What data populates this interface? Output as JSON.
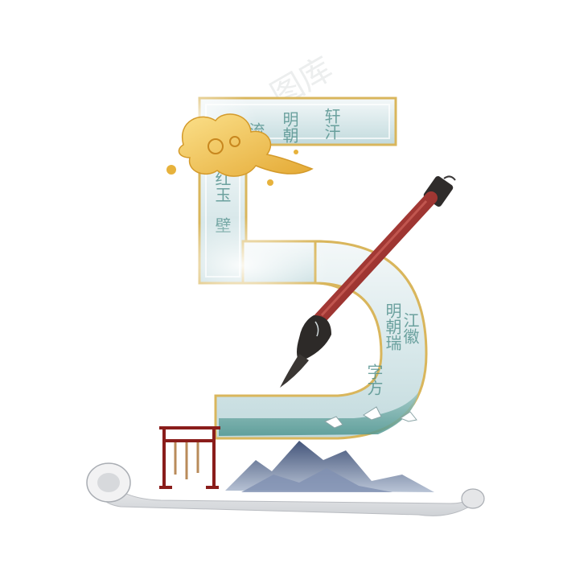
{
  "figure": {
    "subject": "Stylized numeral five in Chinese ink-painting style",
    "numeral": "5",
    "watermark_text": "图库",
    "palette": {
      "frame_gold": "#d9b65c",
      "glass_top": "#f2f6f8",
      "glass_mid": "#cfe3e6",
      "teal_water": "#5a9d99",
      "calligraphy": "#4f8f8b",
      "brush_handle": "#a8332f",
      "brush_head": "#2d2a28",
      "cloud_gold": "#f0c24a",
      "mountain_blue": "#5b6f93",
      "scroll": "#e9eaec",
      "rack": "#8a1d1b"
    },
    "calligraphy_columns": [
      {
        "id": "top-1",
        "text": "流香"
      },
      {
        "id": "top-2",
        "text": "明朝"
      },
      {
        "id": "top-3",
        "text": "轩汗"
      },
      {
        "id": "left-1",
        "text": "红玉"
      },
      {
        "id": "left-2",
        "text": "壁"
      },
      {
        "id": "curve-1",
        "text": "明朝瑞"
      },
      {
        "id": "curve-2",
        "text": "字方"
      },
      {
        "id": "curve-3",
        "text": "江徽"
      }
    ],
    "icons": [
      "auspicious-cloud-icon",
      "calligraphy-brush-icon",
      "brush-rack-icon",
      "crane-icon",
      "mountain-icon",
      "scroll-icon"
    ]
  }
}
